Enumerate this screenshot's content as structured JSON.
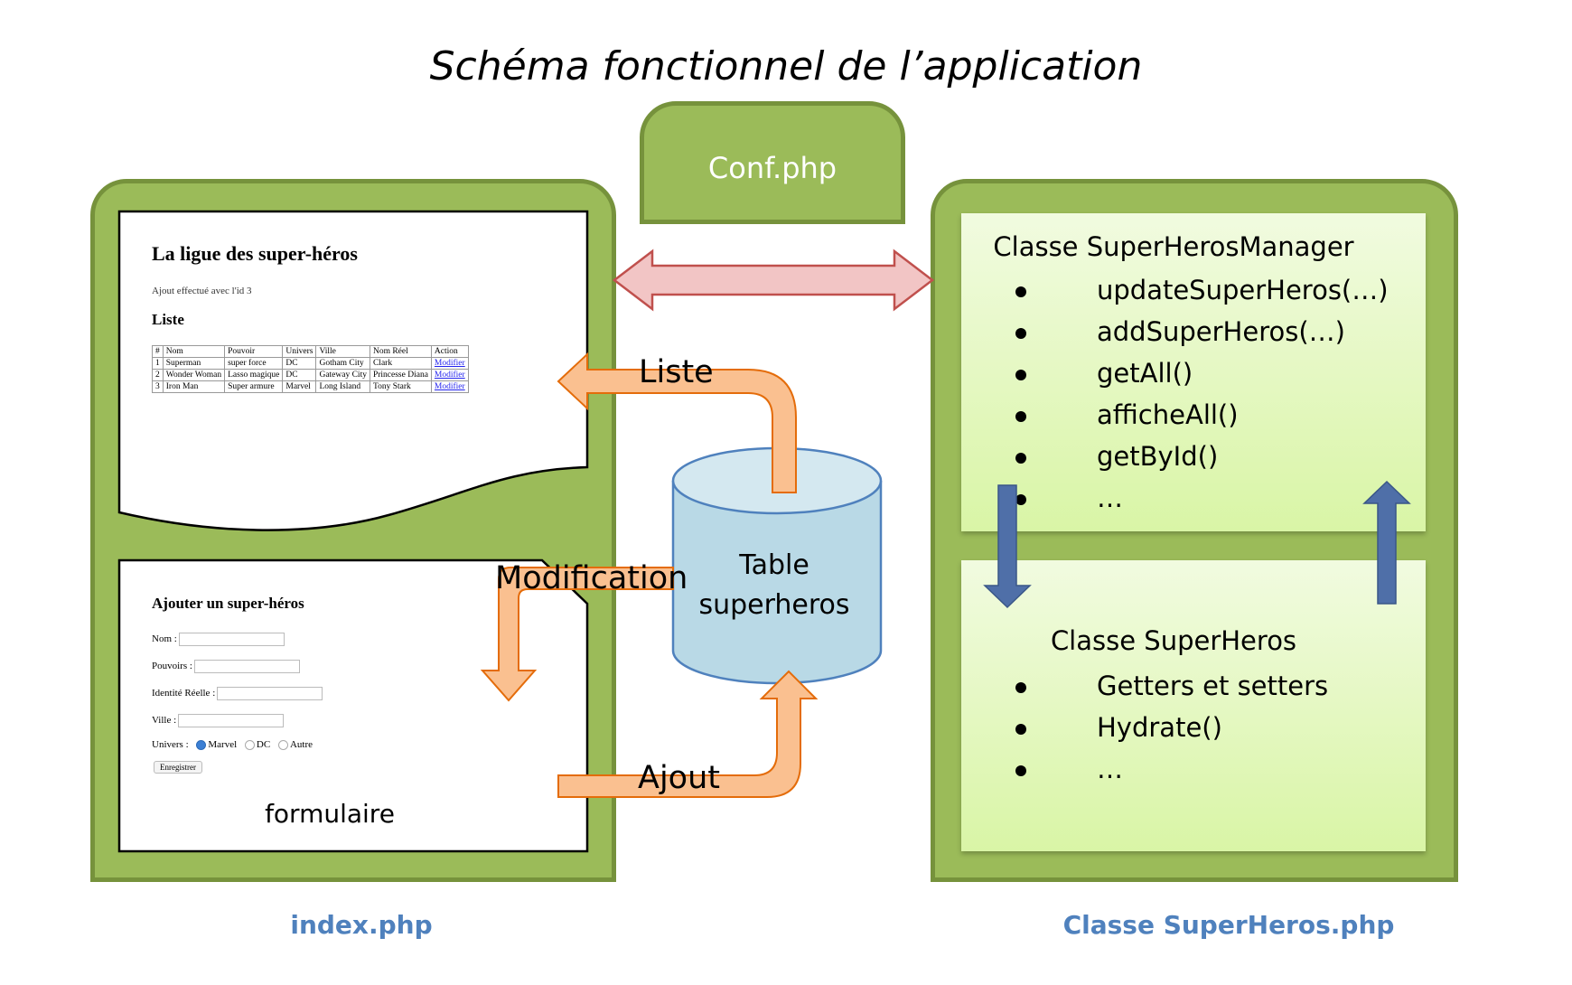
{
  "title": "Schéma fonctionnel de l’application",
  "conf_label": "Conf.php",
  "left_footer": "index.php",
  "right_footer": "Classe SuperHeros.php",
  "list_doc": {
    "heading": "La ligue des super-héros",
    "message": "Ajout effectué avec l'id 3",
    "subheading": "Liste",
    "table": {
      "headers": [
        "#",
        "Nom",
        "Pouvoir",
        "Univers",
        "Ville",
        "Nom Réel",
        "Action"
      ],
      "rows": [
        [
          "1",
          "Superman",
          "super force",
          "DC",
          "Gotham City",
          "Clark",
          "Modifier"
        ],
        [
          "2",
          "Wonder Woman",
          "Lasso magique",
          "DC",
          "Gateway City",
          "Princesse Diana",
          "Modifier"
        ],
        [
          "3",
          "Iron Man",
          "Super armure",
          "Marvel",
          "Long Island",
          "Tony Stark",
          "Modifier"
        ]
      ]
    }
  },
  "form_doc": {
    "heading": "Ajouter un super-héros",
    "fields": [
      "Nom :",
      "Pouvoirs :",
      "Identité Réelle :",
      "Ville :"
    ],
    "univers_label": "Univers :",
    "univers_options": [
      "Marvel",
      "DC",
      "Autre"
    ],
    "univers_selected": "Marvel",
    "submit_label": "Enregistrer",
    "caption": "formulaire"
  },
  "database": {
    "line1": "Table",
    "line2": "superheros"
  },
  "flows": {
    "liste": "Liste",
    "modification": "Modification",
    "ajout": "Ajout"
  },
  "manager_box": {
    "title": "Classe SuperHerosManager",
    "items": [
      "updateSuperHeros(…)",
      "addSuperHeros(…)",
      "getAll()",
      "afficheAll()",
      "getById()",
      "…"
    ]
  },
  "heros_box": {
    "title": "Classe SuperHeros",
    "items": [
      "Getters et setters",
      "Hydrate()",
      "…"
    ]
  },
  "colors": {
    "panel_fill": "#9bbb59",
    "panel_border": "#76923c",
    "flow_arrow_fill": "#fac090",
    "flow_arrow_stroke": "#e46c0a",
    "double_arrow_fill": "#f2c5c5",
    "double_arrow_stroke": "#c0504d",
    "blue_arrow": "#4f6fa8",
    "cylinder_fill": "#b9d9e6",
    "cylinder_stroke": "#4f81bd",
    "footer_text": "#4f81bd"
  }
}
